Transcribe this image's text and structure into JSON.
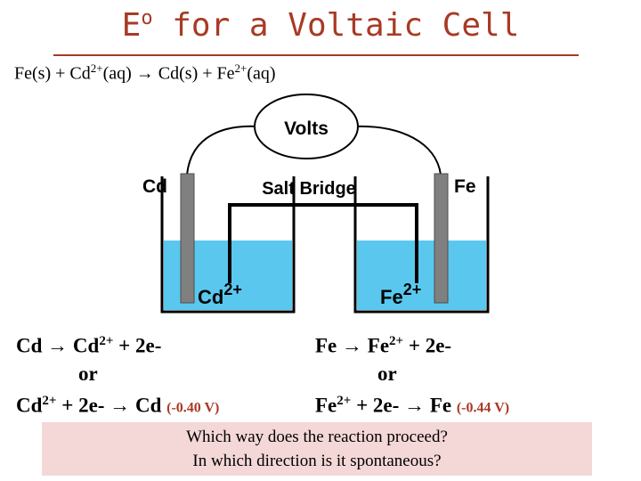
{
  "title": {
    "main": "E",
    "sup": "o",
    "rest": " for a Voltaic Cell"
  },
  "equation": {
    "fe_s": "Fe(s)",
    "plus1": " + ",
    "cd": "Cd",
    "cd_charge": "2+",
    "aq1": "(aq)",
    "arrow": " → ",
    "cd_s": "Cd(s)",
    "plus2": " + ",
    "fe": "Fe",
    "fe_charge": "2+",
    "aq2": "(aq)"
  },
  "diagram": {
    "volts_label": "Volts",
    "left_electrode_label": "Cd",
    "right_electrode_label": "Fe",
    "salt_bridge_label": "Salt Bridge",
    "left_solution_label": "Cd",
    "left_solution_charge": "2+",
    "right_solution_label": "Fe",
    "right_solution_charge": "2+",
    "solution_color": "#5ac8ee",
    "beaker_color": "#1a1a1a",
    "electrode_color": "#808080"
  },
  "left_half": {
    "line1_a": "Cd ",
    "arrow": "→",
    "line1_b": " Cd",
    "line1_charge": "2+",
    "line1_c": " + 2e-",
    "or": "or",
    "line3_a": "Cd",
    "line3_charge": "2+",
    "line3_b": " + 2e- ",
    "line3_arrow": "→",
    "line3_c": " Cd ",
    "potential": "(-0.40 V)"
  },
  "right_half": {
    "line1_a": "Fe ",
    "arrow": "→",
    "line1_b": " Fe",
    "line1_charge": "2+",
    "line1_c": " + 2e-",
    "or": "or",
    "line3_a": "Fe",
    "line3_charge": "2+",
    "line3_b": " + 2e- ",
    "line3_arrow": "→",
    "line3_c": " Fe ",
    "potential": "(-0.44 V)"
  },
  "question": {
    "line1": "Which way does the reaction proceed?",
    "line2": "In which direction is it spontaneous?"
  }
}
